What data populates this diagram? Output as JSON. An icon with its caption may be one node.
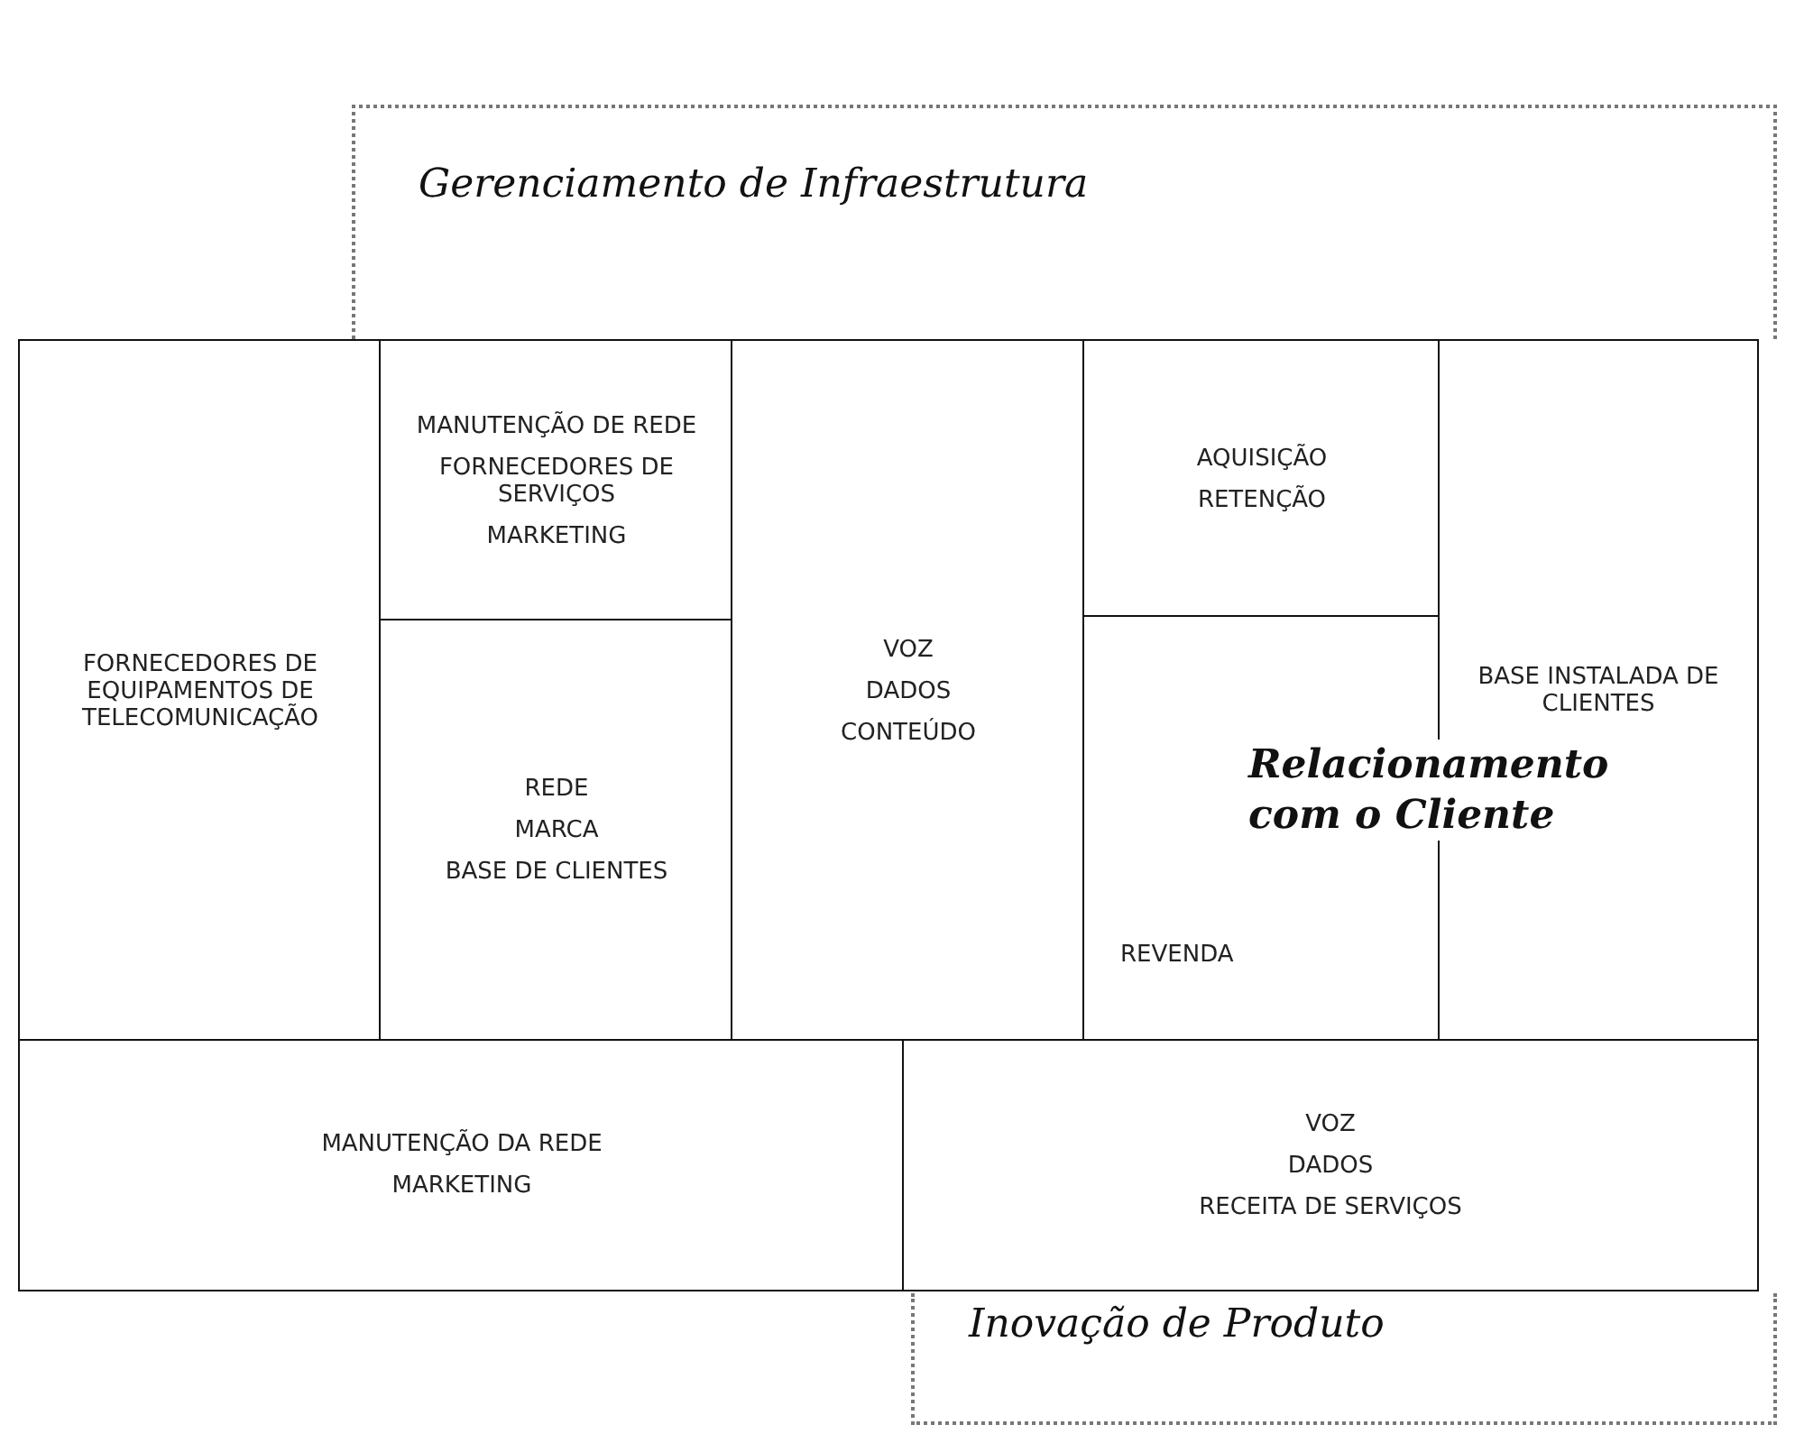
{
  "diagram": {
    "nodes": [
      {
        "text": [
          "Gerenciamento de Infraestrutura"
        ]
      },
      {
        "text": [
          "FORNECEDORES DE EQUIPAMENTOS DE TELECOMUNICAÇÃO"
        ]
      },
      {
        "text": [
          "MANUTENÇÃO DE REDE",
          "FORNECEDORES DE SERVIÇOS",
          "MARKETING"
        ]
      },
      {
        "text": [
          "REDE",
          "MARCA",
          "BASE DE CLIENTES"
        ]
      },
      {
        "text": [
          "VOZ",
          "DADOS",
          "CONTEÚDO"
        ]
      },
      {
        "text": [
          "AQUISIÇÃO",
          "RETENÇÃO"
        ]
      },
      {
        "text": [
          "REVENDA"
        ]
      },
      {
        "text": [
          "BASE INSTALADA DE CLIENTES"
        ]
      },
      {
        "text": [
          "MANUTENÇÃO DA REDE",
          "MARKETING"
        ]
      },
      {
        "text": [
          "VOZ",
          "DADOS",
          "RECEITA DE SERVIÇOS"
        ]
      },
      {
        "text": [
          "Inovação de Produto"
        ]
      }
    ],
    "labels": [
      "Relacionamento com o Cliente"
    ]
  }
}
